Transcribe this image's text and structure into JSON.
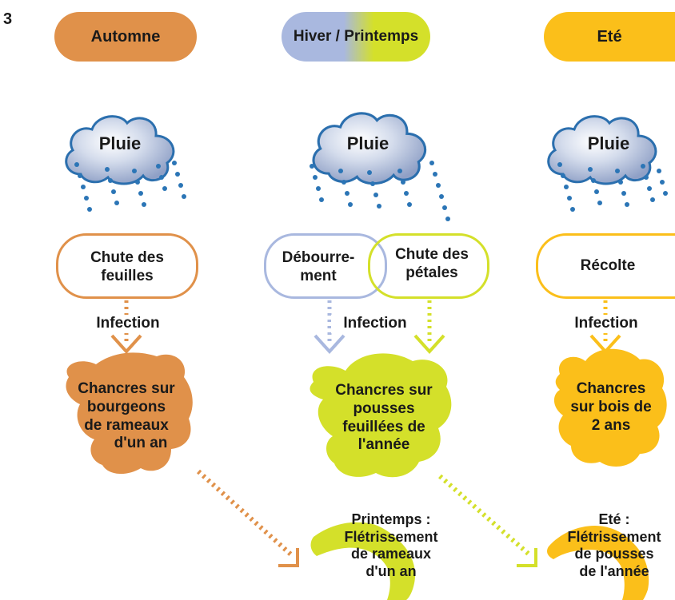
{
  "figure_number": "3",
  "colors": {
    "autumn": "#e0914a",
    "winter_blue": "#a9b8df",
    "spring_green": "#d4e02a",
    "summer": "#fbbf1a",
    "rain": "#2b75b6",
    "cloud_outline": "#2b6fae"
  },
  "columns": [
    {
      "season": "Automne",
      "cloud": "Pluie",
      "event": [
        "Chute des feuilles"
      ],
      "infection": "Infection",
      "canker": "Chancres sur bourgeons de rameaux d'un an",
      "wilt": ""
    },
    {
      "season": "Hiver / Printemps",
      "cloud": "Pluie",
      "event": [
        "Débourre-ment",
        "Chute des pétales"
      ],
      "infection": "Infection",
      "canker": "Chancres sur pousses feuillées de l'année",
      "wilt": "Printemps : Flétrissement de rameaux d'un an"
    },
    {
      "season": "Eté",
      "cloud": "Pluie",
      "event": [
        "Récolte"
      ],
      "infection": "Infection",
      "canker": "Chancres sur bois de 2 ans",
      "wilt": "Eté : Flétrissement de pousses de l'année"
    }
  ],
  "labels": {
    "autumn_pill": "Automne",
    "winter_spring_pill": "Hiver / Printemps",
    "summer_pill": "Eté",
    "rain1": "Pluie",
    "rain2": "Pluie",
    "rain3": "Pluie",
    "event_autumn_l1": "Chute des",
    "event_autumn_l2": "feuilles",
    "event_bud_l1": "Débourre-",
    "event_bud_l2": "ment",
    "event_petal_l1": "Chute des",
    "event_petal_l2": "pétales",
    "event_harvest": "Récolte",
    "infection1": "Infection",
    "infection2": "Infection",
    "infection3": "Infection",
    "canker1_l1": "Chancres sur",
    "canker1_l2": "bourgeons",
    "canker1_l3": "de rameaux",
    "canker1_l4": "d'un an",
    "canker2_l1": "Chancres sur",
    "canker2_l2": "pousses",
    "canker2_l3": "feuillées de",
    "canker2_l4": "l'année",
    "canker3_l1": "Chancres",
    "canker3_l2": "sur bois de",
    "canker3_l3": "2 ans",
    "wilt2_l1": "Printemps :",
    "wilt2_l2": "Flétrissement",
    "wilt2_l3": "de rameaux",
    "wilt2_l4": "d'un an",
    "wilt3_l1": "Eté :",
    "wilt3_l2": "Flétrissement",
    "wilt3_l3": "de pousses",
    "wilt3_l4": "de l'année"
  }
}
